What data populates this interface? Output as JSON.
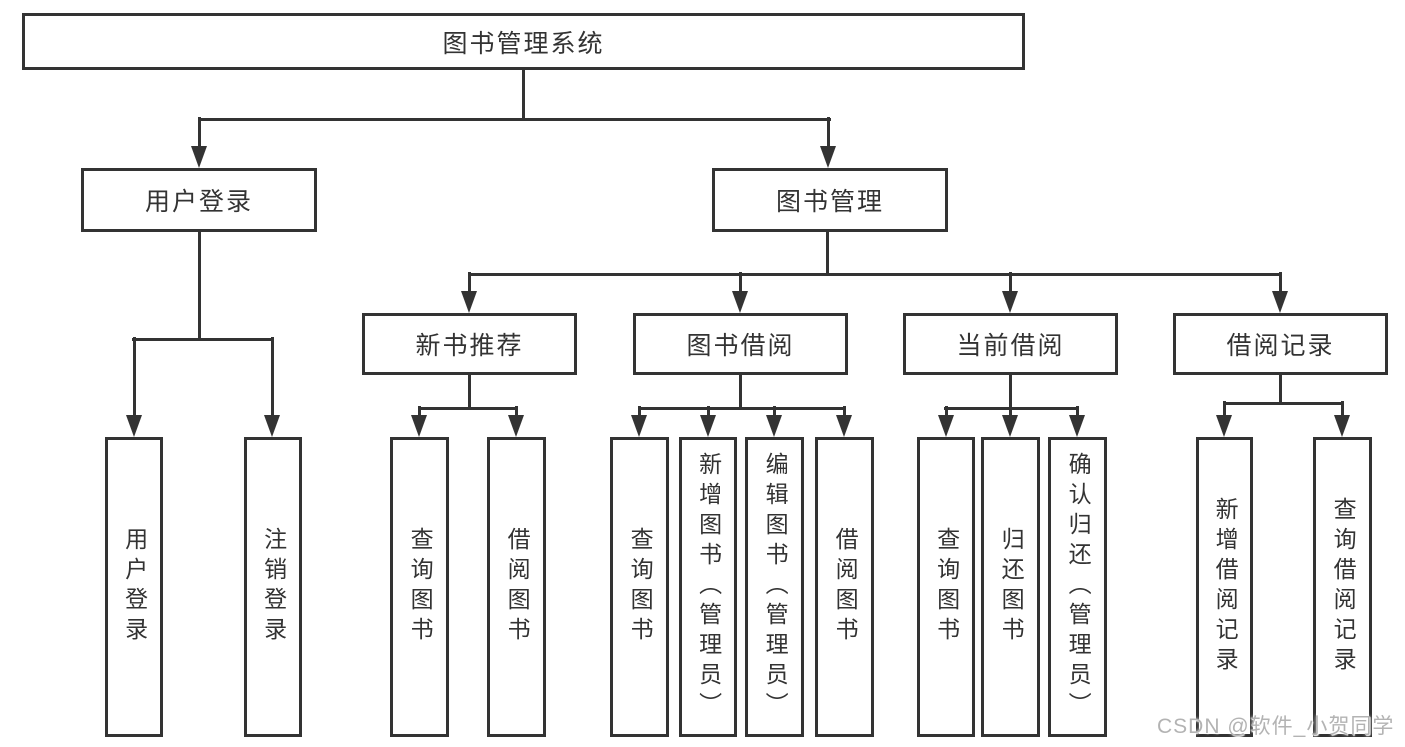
{
  "diagram": {
    "root": {
      "label": "图书管理系统"
    },
    "level2": [
      {
        "label": "用户登录"
      },
      {
        "label": "图书管理"
      }
    ],
    "level3": [
      {
        "label": "新书推荐"
      },
      {
        "label": "图书借阅"
      },
      {
        "label": "当前借阅"
      },
      {
        "label": "借阅记录"
      }
    ],
    "leaves": {
      "user_login": [
        "用户登录",
        "注销登录"
      ],
      "new_book_recommend": [
        "查询图书",
        "借阅图书"
      ],
      "book_borrow": [
        "查询图书",
        "新增图书（管理员）",
        "编辑图书（管理员）",
        "借阅图书"
      ],
      "current_borrow": [
        "查询图书",
        "归还图书",
        "确认归还（管理员）"
      ],
      "borrow_records": [
        "新增借阅记录",
        "查询借阅记录"
      ]
    },
    "colors": {
      "border": "#333333",
      "line": "#333333",
      "text": "#333333",
      "background": "#ffffff",
      "watermark": "#b3b3b3"
    },
    "watermark": "CSDN @软件_小贺同学"
  }
}
